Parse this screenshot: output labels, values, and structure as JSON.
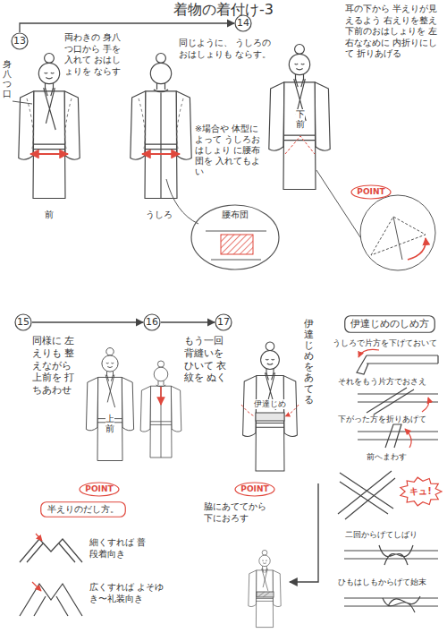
{
  "diagram": {
    "title": "着物の着付け-3",
    "nodes": [
      {
        "text": [
          "13"
        ]
      },
      {
        "text": [
          "14"
        ]
      },
      {
        "text": [
          "15"
        ]
      },
      {
        "text": [
          "16"
        ]
      },
      {
        "text": [
          "17"
        ]
      },
      {
        "text": [
          "腰布団"
        ]
      },
      {
        "text": [
          "POINT"
        ]
      },
      {
        "text": [
          "POINT"
        ]
      },
      {
        "text": [
          "POINT"
        ]
      },
      {
        "text": [
          "半えりのだし方。"
        ]
      },
      {
        "text": [
          "伊達じめのしめ方"
        ]
      },
      {
        "text": [
          "キュ!"
        ]
      }
    ],
    "edges": [
      {
        "from": 0,
        "to": 1,
        "arrow": "to"
      },
      {
        "from": 2,
        "to": 3,
        "arrow": "to"
      },
      {
        "from": 3,
        "to": 4,
        "arrow": "to"
      }
    ],
    "labels": [
      "両わきの 身八つ口から 手を入れて おはしょりを ならす",
      "身八つ口",
      "前",
      "うしろ",
      "同じように、 うしろのおはしょりも ならす。",
      "※場合や 体型によって うしろおはしょり に腰布団を 入れてもよい",
      "耳の下から 半えりが見えるよう 右えりを整え 下前のおはしょりを 左右ななめに 内折りにして 折りあげる",
      "下前",
      "同様に 左えりも 整えながら 上前を 打ちあわせ",
      "上前",
      "もう一回 背縫いを ひいて 衣紋を ぬく",
      "伊達じめをあてる",
      "伊達じめ",
      "脇にあててから 下におろす",
      "細くすれば 普段着向き",
      "広くすれば よそゆき〜礼装向き",
      "うしろで片方を下げておいて",
      "それをもう片方でおさえ",
      "下がった方を折りあげて",
      "前へまわす",
      "二回からげてしばり",
      "ひもはしもからげて始末"
    ]
  }
}
